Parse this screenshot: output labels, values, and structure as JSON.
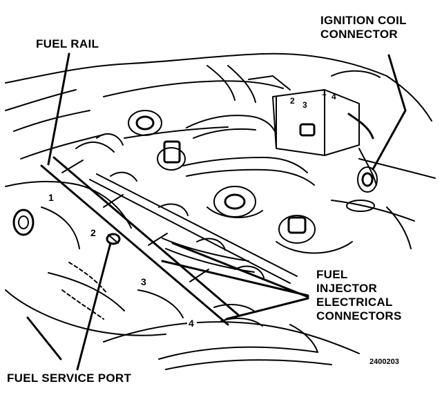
{
  "labels": {
    "fuel_rail": "FUEL RAIL",
    "ignition_coil_connector": [
      "IGNITION COIL",
      "CONNECTOR"
    ],
    "fuel_injector_electrical_connectors": [
      "FUEL",
      "INJECTOR",
      "ELECTRICAL",
      "CONNECTORS"
    ],
    "fuel_service_port": "FUEL SERVICE PORT"
  },
  "cylinder_numbers": [
    "1",
    "2",
    "3",
    "4"
  ],
  "coil_terminal_numbers": [
    "2",
    "3",
    "1",
    "4"
  ],
  "figure_number": "2400203"
}
